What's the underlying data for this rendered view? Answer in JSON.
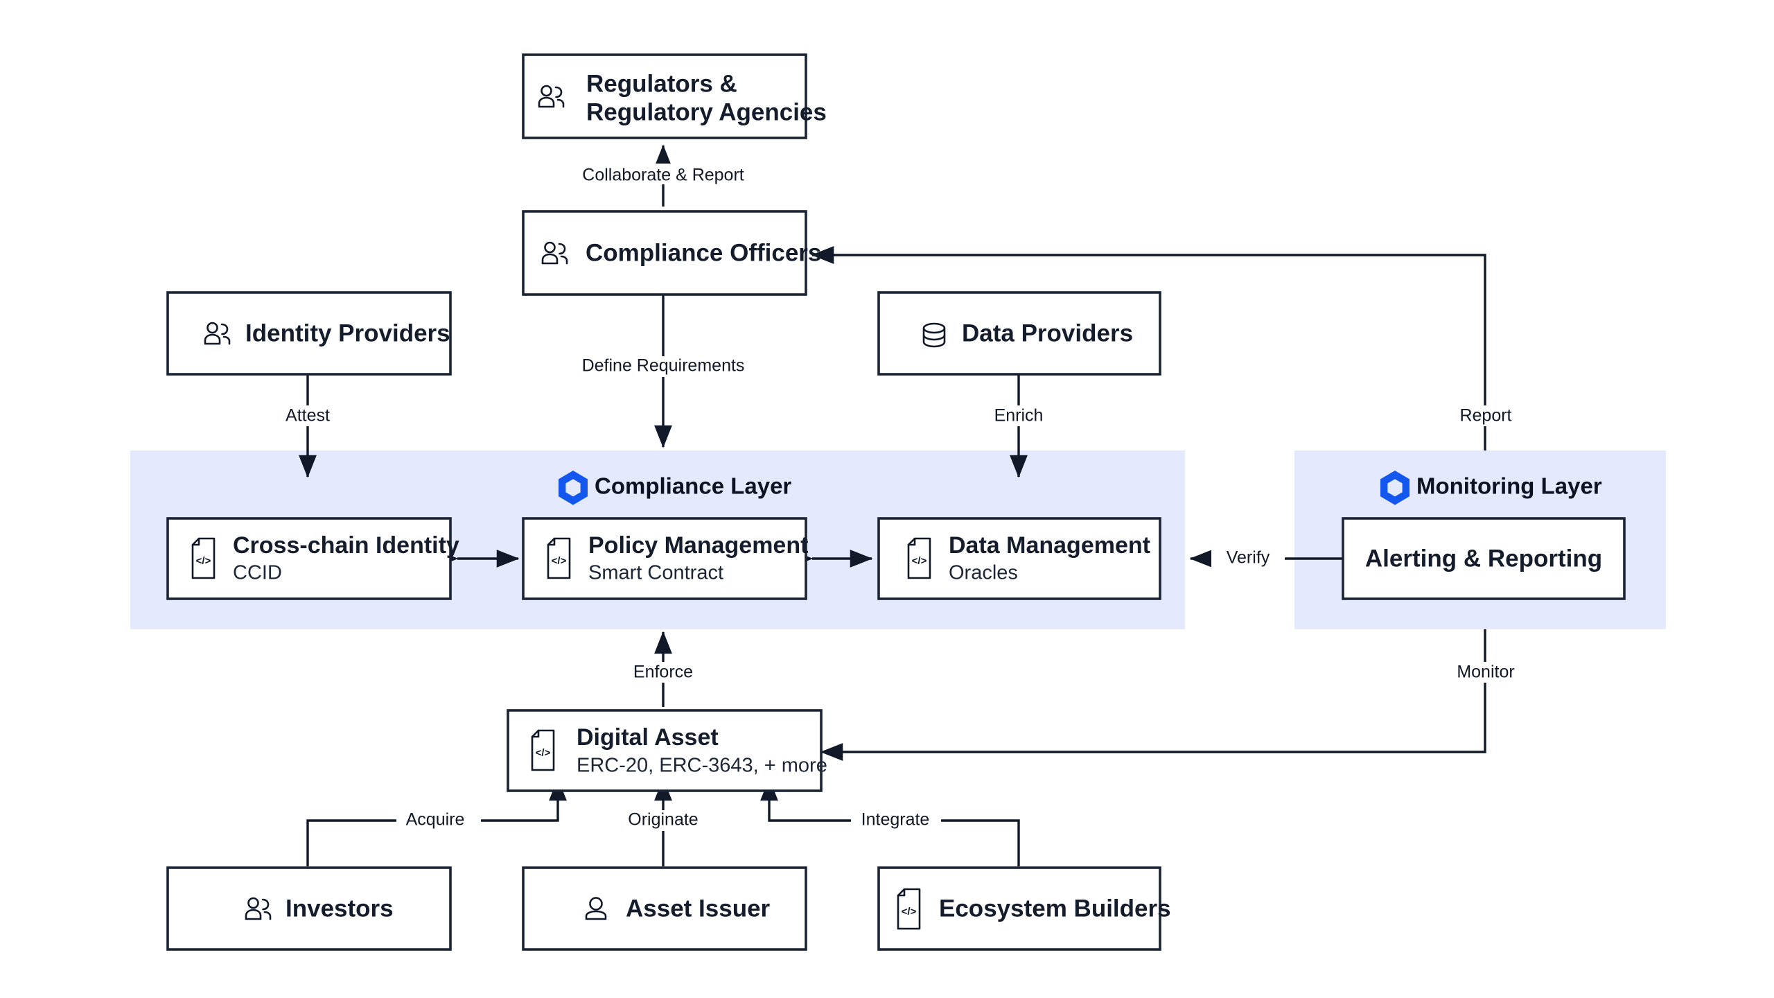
{
  "diagram": {
    "title": "Compliance and Monitoring Layer Architecture",
    "background_color": "#ffffff",
    "accent_color": "#1457ef",
    "band_color": "#e4e9fd",
    "stroke_color": "#1b2434"
  },
  "layers": [
    {
      "id": "compliance-layer",
      "label": "Compliance Layer",
      "icon": "hexagon-icon",
      "accent": "#1457ef"
    },
    {
      "id": "monitoring-layer",
      "label": "Monitoring Layer",
      "icon": "hexagon-icon",
      "accent": "#1457ef"
    }
  ],
  "nodes": [
    {
      "id": "regulators",
      "title_line1": "Regulators &",
      "title_line2": "Regulatory Agencies",
      "subtitle": "",
      "icon": "users-icon"
    },
    {
      "id": "compliance-officers",
      "title_line1": "Compliance Officers",
      "title_line2": "",
      "subtitle": "",
      "icon": "users-icon"
    },
    {
      "id": "identity-providers",
      "title_line1": "Identity Providers",
      "title_line2": "",
      "subtitle": "",
      "icon": "users-icon"
    },
    {
      "id": "data-providers",
      "title_line1": "Data Providers",
      "title_line2": "",
      "subtitle": "",
      "icon": "database-icon"
    },
    {
      "id": "cross-chain-identity",
      "title_line1": "Cross-chain Identity",
      "title_line2": "",
      "subtitle": "CCID",
      "icon": "code-document-icon"
    },
    {
      "id": "policy-management",
      "title_line1": "Policy Management",
      "title_line2": "",
      "subtitle": "Smart Contract",
      "icon": "code-document-icon"
    },
    {
      "id": "data-management",
      "title_line1": "Data Management",
      "title_line2": "",
      "subtitle": "Oracles",
      "icon": "code-document-icon"
    },
    {
      "id": "alerting-reporting",
      "title_line1": "Alerting & Reporting",
      "title_line2": "",
      "subtitle": "",
      "icon": "none"
    },
    {
      "id": "digital-asset",
      "title_line1": "Digital Asset",
      "title_line2": "",
      "subtitle": "ERC-20, ERC-3643, + more",
      "icon": "code-document-icon"
    },
    {
      "id": "investors",
      "title_line1": "Investors",
      "title_line2": "",
      "subtitle": "",
      "icon": "users-icon"
    },
    {
      "id": "asset-issuer",
      "title_line1": "Asset Issuer",
      "title_line2": "",
      "subtitle": "",
      "icon": "user-icon"
    },
    {
      "id": "ecosystem-builders",
      "title_line1": "Ecosystem Builders",
      "title_line2": "",
      "subtitle": "",
      "icon": "code-document-icon"
    }
  ],
  "edges": [
    {
      "id": "collaborate-report",
      "label": "Collaborate & Report",
      "from": "compliance-officers",
      "to": "regulators"
    },
    {
      "id": "define-requirements",
      "label": "Define Requirements",
      "from": "compliance-officers",
      "to": "policy-management"
    },
    {
      "id": "attest",
      "label": "Attest",
      "from": "identity-providers",
      "to": "cross-chain-identity"
    },
    {
      "id": "enrich",
      "label": "Enrich",
      "from": "data-providers",
      "to": "data-management"
    },
    {
      "id": "report",
      "label": "Report",
      "from": "monitoring-layer",
      "to": "compliance-officers"
    },
    {
      "id": "verify",
      "label": "Verify",
      "from": "alerting-reporting",
      "to": "data-management"
    },
    {
      "id": "monitor",
      "label": "Monitor",
      "from": "monitoring-layer",
      "to": "digital-asset"
    },
    {
      "id": "enforce",
      "label": "Enforce",
      "from": "digital-asset",
      "to": "policy-management"
    },
    {
      "id": "acquire",
      "label": "Acquire",
      "from": "investors",
      "to": "digital-asset"
    },
    {
      "id": "originate",
      "label": "Originate",
      "from": "asset-issuer",
      "to": "digital-asset"
    },
    {
      "id": "integrate",
      "label": "Integrate",
      "from": "ecosystem-builders",
      "to": "digital-asset"
    },
    {
      "id": "identity-policy-link",
      "label": "",
      "from": "cross-chain-identity",
      "to": "policy-management"
    },
    {
      "id": "policy-data-link",
      "label": "",
      "from": "policy-management",
      "to": "data-management"
    }
  ]
}
